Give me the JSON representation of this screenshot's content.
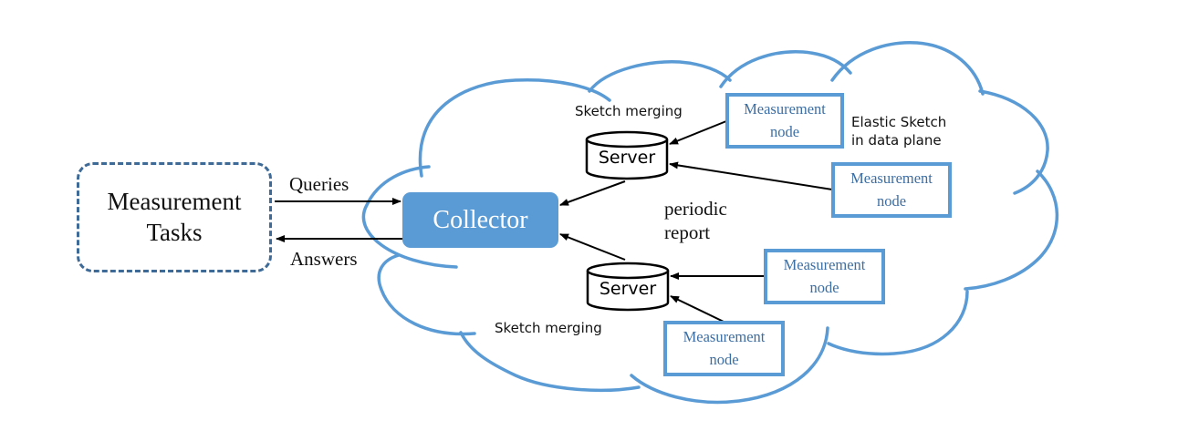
{
  "diagram": {
    "tasks": {
      "line1": "Measurement",
      "line2": "Tasks"
    },
    "queries_label": "Queries",
    "answers_label": "Answers",
    "collector_label": "Collector",
    "periodic_report": {
      "line1": "periodic",
      "line2": "report"
    },
    "servers": [
      {
        "label": "Server",
        "caption": "Sketch merging"
      },
      {
        "label": "Server",
        "caption": "Sketch merging"
      }
    ],
    "nodes": [
      {
        "line1": "Measurement",
        "line2": "node"
      },
      {
        "line1": "Measurement",
        "line2": "node"
      },
      {
        "line1": "Measurement",
        "line2": "node"
      },
      {
        "line1": "Measurement",
        "line2": "node"
      }
    ],
    "elastic_note": {
      "line1": "Elastic Sketch",
      "line2": "in data plane"
    },
    "colors": {
      "cloud_stroke": "#5b9bd5",
      "collector_fill": "#5b9bd5",
      "node_border": "#5b9bd5",
      "node_text": "#3c6ea3",
      "tasks_border": "#3e6a97",
      "arrow": "#000000"
    }
  }
}
